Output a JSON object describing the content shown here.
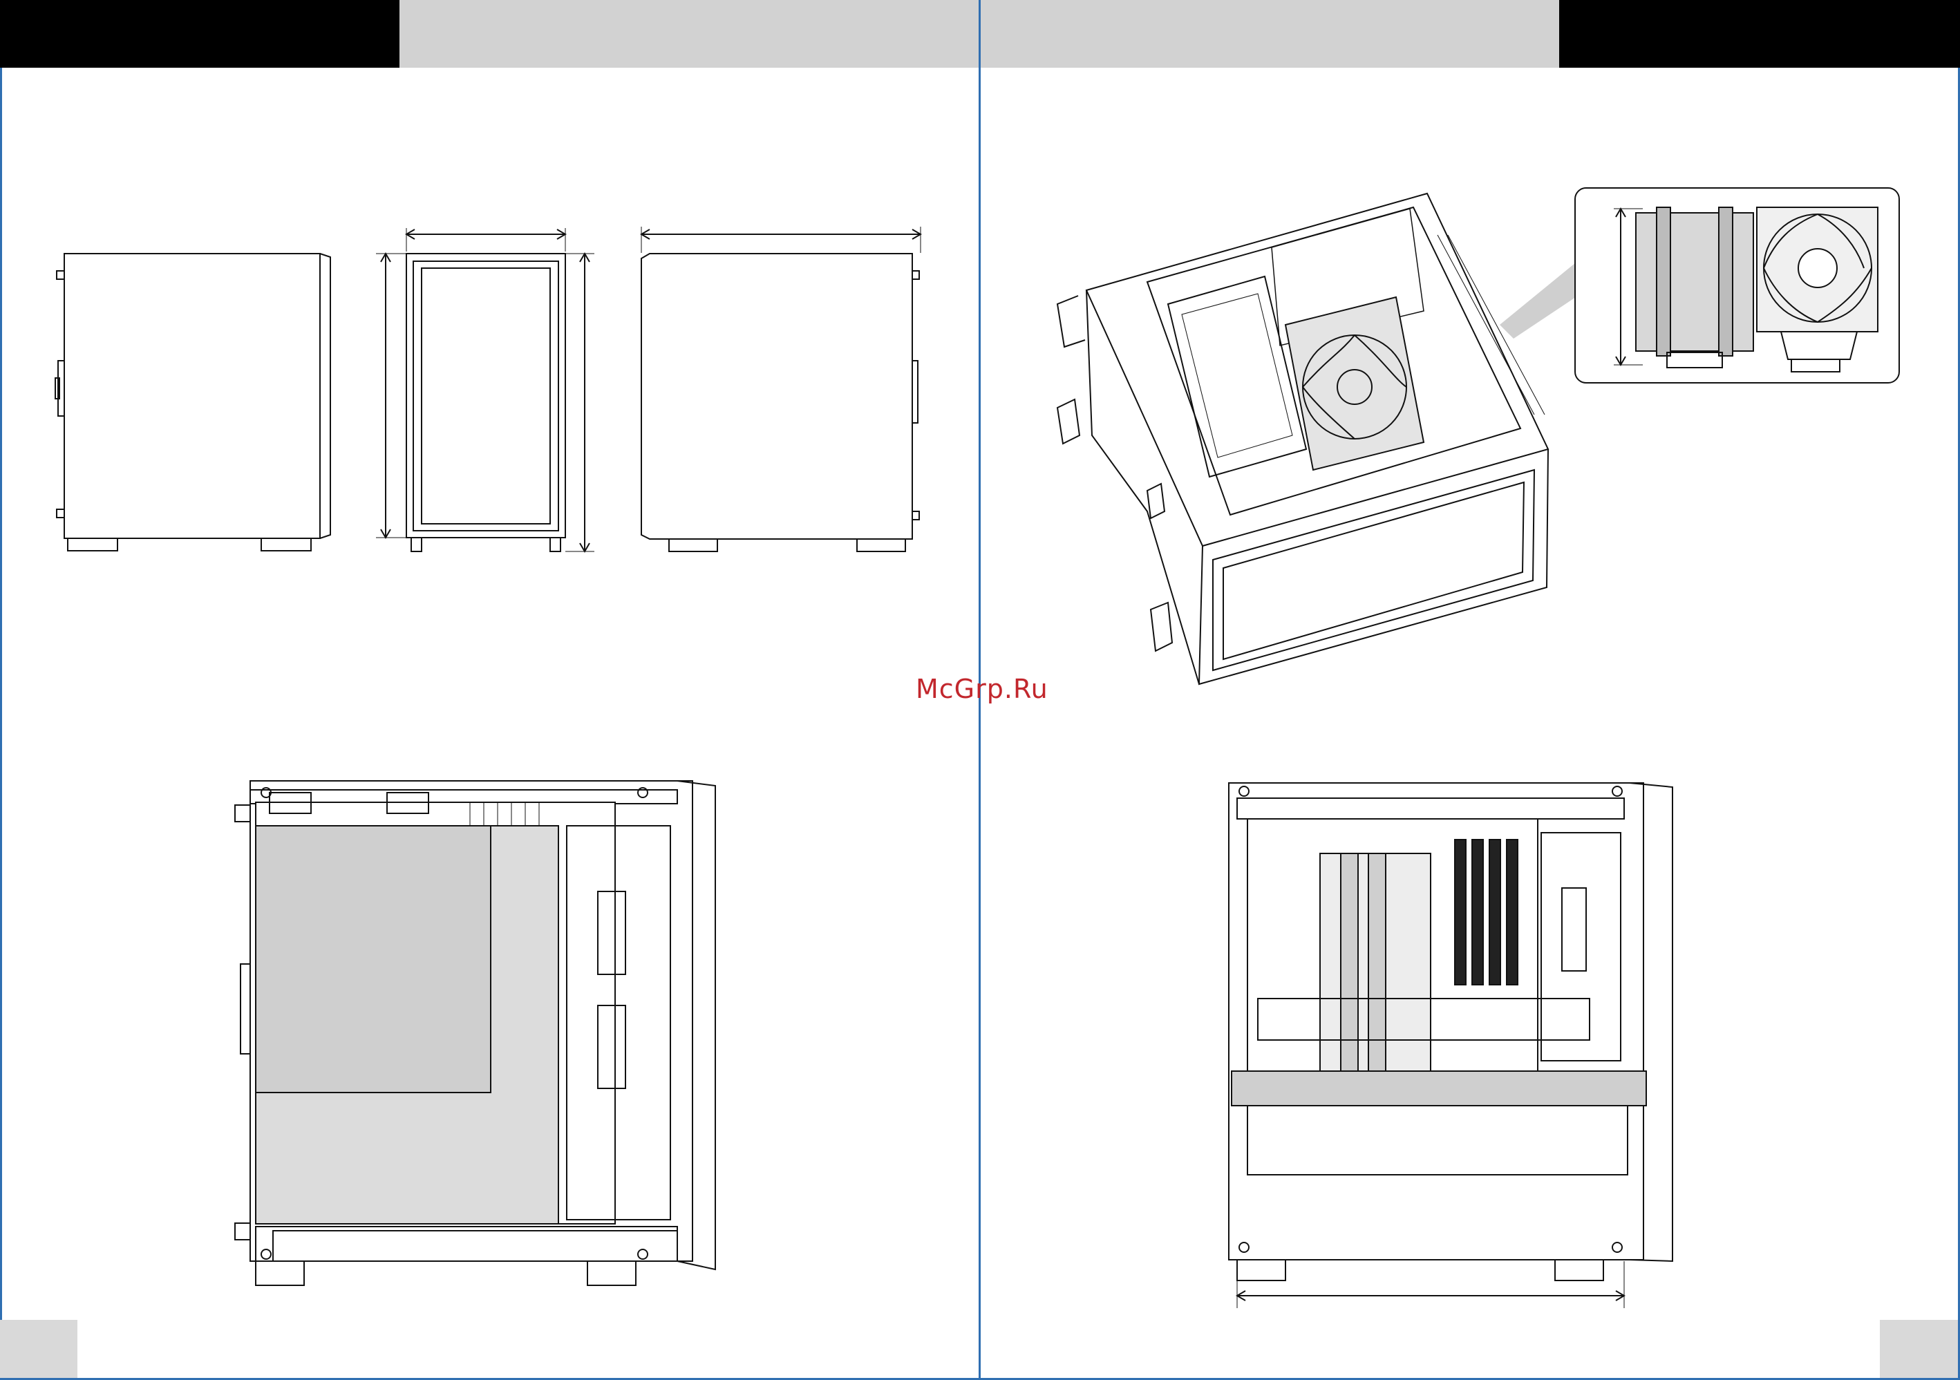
{
  "watermark": {
    "text": "McGrp.Ru"
  },
  "colors": {
    "header_black": "#000000",
    "header_grey": "#d2d2d2",
    "page_border": "#2f6fb2",
    "line_art": "#111111",
    "panel_fill": "#cfcfcf",
    "watermark": "#c2272d"
  },
  "figures": [
    {
      "name": "case-side-view",
      "icon": "pc-case-side-outline"
    },
    {
      "name": "case-front-view",
      "icon": "pc-case-front-outline"
    },
    {
      "name": "case-rear-side-view",
      "icon": "pc-case-side-outline"
    },
    {
      "name": "case-isometric-build",
      "icon": "pc-case-isometric-with-cooler"
    },
    {
      "name": "cpu-cooler-inset",
      "icon": "tower-cooler-fan"
    },
    {
      "name": "case-back-panel-interior",
      "icon": "pc-case-back-panel"
    },
    {
      "name": "case-interior-motherboard",
      "icon": "pc-case-interior-motherboard"
    }
  ]
}
